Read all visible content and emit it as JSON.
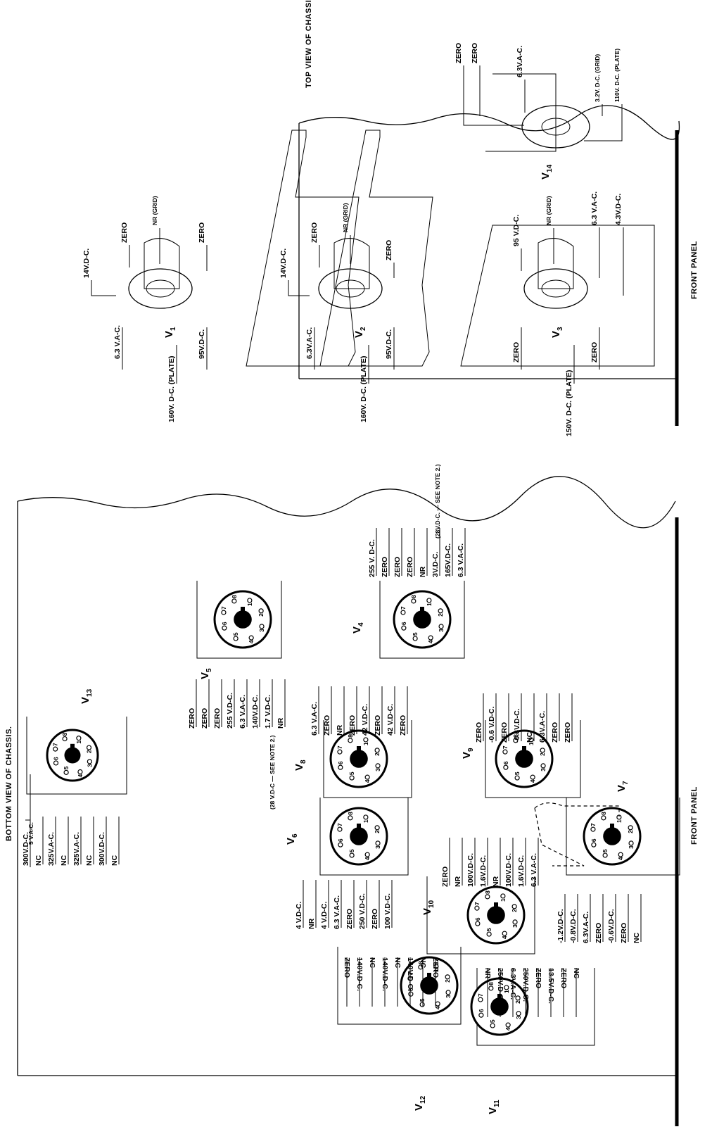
{
  "top_view": {
    "caption": "TOP VIEW OF CHASSIS.",
    "front_panel": "FRONT PANEL",
    "tubes": [
      {
        "id": "v1",
        "name": "V",
        "sub": "1",
        "upper": [
          "14V.D-C.",
          "ZERO",
          "NR (GRID)",
          "ZERO"
        ],
        "lower": [
          "6.3 V.A-C.",
          "160V. D-C. (PLATE)",
          "95V.D-C."
        ]
      },
      {
        "id": "v2",
        "name": "V",
        "sub": "2",
        "upper": [
          "14V.D-C.",
          "ZERO",
          "NR (GRID)",
          "ZERO"
        ],
        "lower": [
          "6.3V.A-C.",
          "160V. D-C. (PLATE)",
          "95V.D-C."
        ]
      },
      {
        "id": "v3",
        "name": "V",
        "sub": "3",
        "upper": [
          "95 V.D-C.",
          "NR (GRID)",
          "6.3 V.A-C.",
          "4.3V.D-C."
        ],
        "lower": [
          "ZERO",
          "150V. D-C. (PLATE)",
          "ZERO"
        ]
      },
      {
        "id": "v14",
        "name": "V",
        "sub": "14",
        "upper": [
          "ZERO",
          "ZERO",
          "6.3V.A-C.",
          "3.2V. D-C. (GRID)",
          "110V. D-C. (PLATE)"
        ],
        "lower": []
      }
    ]
  },
  "bottom_view": {
    "caption": "BOTTOM VIEW OF CHASSIS.",
    "front_panel": "FRONT PANEL",
    "note": "(28V.D-C. — SEE NOTE 2.)",
    "tubes": [
      {
        "id": "v13",
        "name": "V",
        "sub": "13",
        "labels": [
          "300V.D-C.",
          "NC",
          "325V.A-C.",
          "NC",
          "325V.A-C.",
          "NC",
          "300V.D-C.",
          "NC"
        ],
        "bracket": "5 V.A-C."
      },
      {
        "id": "v5",
        "name": "V",
        "sub": "5",
        "labels": [
          "ZERO",
          "ZERO",
          "ZERO",
          "255 V.D-C.",
          "6.3 V.A-C.",
          "140V.D-C.",
          "1.7 V.D-C.",
          "NR"
        ],
        "note": "(28 V.D-C — SEE NOTE 2.)"
      },
      {
        "id": "v4",
        "name": "V",
        "sub": "4",
        "labels": [
          "255 V. D-C.",
          "ZERO",
          "ZERO",
          "ZERO",
          "NR",
          "3V.D-C.",
          "165V.D-C.",
          "6.3 V.A-C."
        ]
      },
      {
        "id": "v8",
        "name": "V",
        "sub": "8",
        "labels": [
          "6.3 V.A-C.",
          "ZERO",
          "NR",
          "ZERO",
          "42 V.D-C.",
          "ZERO",
          "42 V.D-C.",
          "ZERO"
        ]
      },
      {
        "id": "v9",
        "name": "V",
        "sub": "9",
        "labels": [
          "ZERO",
          "-0.6 V.D-C.",
          "ZERO",
          "-0.6V.D-C.",
          "NC",
          "6.3V.A-C.",
          "ZERO",
          "ZERO"
        ]
      },
      {
        "id": "v6",
        "name": "V",
        "sub": "6",
        "labels": [
          "4 V.D-C.",
          "NR",
          "4 V.D-C.",
          "6.3 V.A-C.",
          "ZERO",
          "250 V.D-C.",
          "ZERO",
          "100 V.D-C."
        ]
      },
      {
        "id": "v10",
        "name": "V",
        "sub": "10",
        "labels": [
          "ZERO",
          "NR",
          "100V.D-C.",
          "1.6V.D-C.",
          "NR",
          "100V.D-C.",
          "1.6V.D-C.",
          "6.3 V.A-C."
        ]
      },
      {
        "id": "v7",
        "name": "V",
        "sub": "7",
        "labels": [
          "-1.2V.D-C.",
          "-0.8V.D-C.",
          "6.3V.A-C.",
          "ZERO",
          "-0.6V.D-C.",
          "ZERO",
          "NC"
        ]
      },
      {
        "id": "v12",
        "name": "V",
        "sub": "12",
        "labels": [
          "ZERO",
          "140V.D-C.",
          "NC",
          "140V.D-C.",
          "NC",
          "140V.D-C.",
          "NC",
          "ZERO"
        ]
      },
      {
        "id": "v11",
        "name": "V",
        "sub": "11",
        "labels": [
          "NR",
          "250V.D-C.",
          "6.3V.A-C.",
          "250V.D-C.",
          "ZERO",
          "13.5V.D-C.",
          "ZERO",
          "NC"
        ]
      }
    ]
  }
}
